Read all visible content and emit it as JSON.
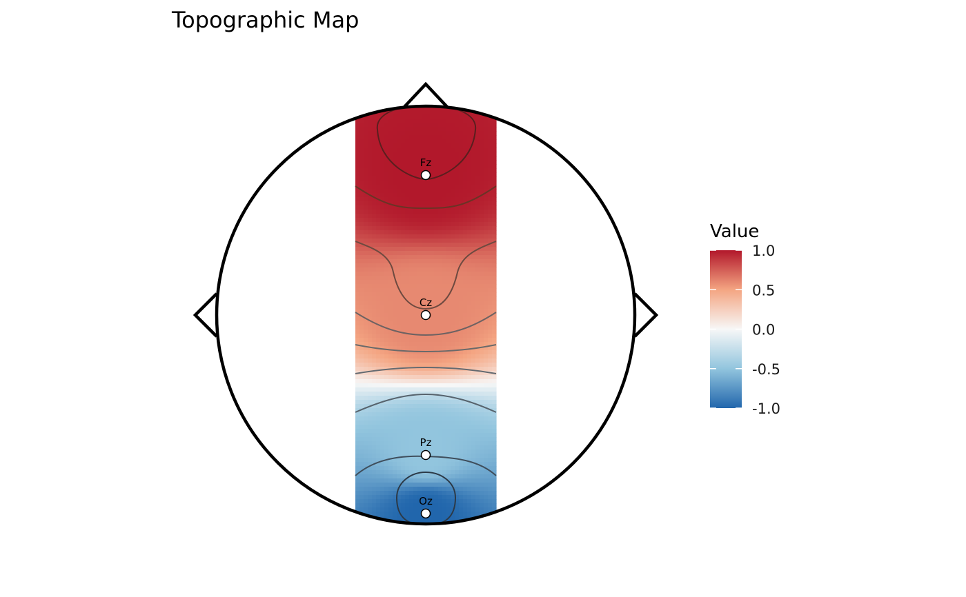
{
  "chart_data": {
    "type": "heatmap",
    "title": "Topographic Map",
    "electrodes": [
      {
        "label": "Fz",
        "x": 0,
        "y": 0.67,
        "value": 1.0
      },
      {
        "label": "Cz",
        "x": 0,
        "y": 0.0,
        "value": 0.6
      },
      {
        "label": "Pz",
        "x": 0,
        "y": -0.67,
        "value": -0.5
      },
      {
        "label": "Oz",
        "x": 0,
        "y": -0.95,
        "value": -1.0
      }
    ],
    "legend": {
      "title": "Value",
      "position": "right",
      "ticks": [
        "1.0",
        "0.5",
        "0.0",
        "-0.5",
        "-1.0"
      ],
      "range": [
        -1.0,
        1.0
      ]
    },
    "colormap": {
      "high": "#b2182b",
      "mid_high": "#f4a582",
      "mid": "#f7f7f7",
      "mid_low": "#92c5de",
      "low": "#2166ac"
    }
  }
}
